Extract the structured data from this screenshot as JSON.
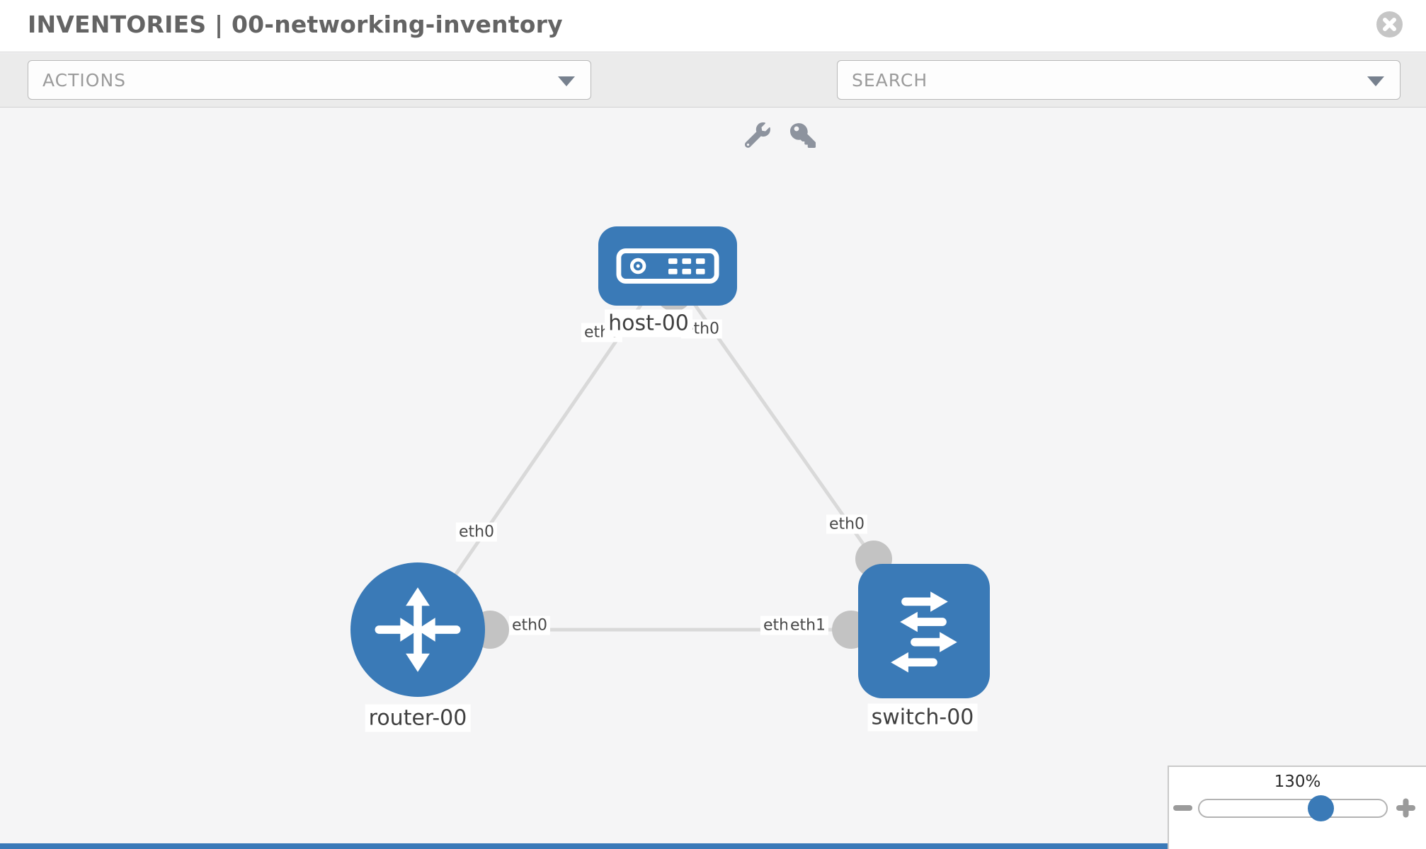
{
  "header": {
    "title": "INVENTORIES | 00-networking-inventory"
  },
  "toolbar": {
    "actions_label": "ACTIONS",
    "search_placeholder": "SEARCH",
    "icons": [
      "wrench-icon",
      "key-icon"
    ]
  },
  "topology": {
    "nodes": [
      {
        "id": "host-00",
        "type": "host",
        "label": "host-00"
      },
      {
        "id": "router-00",
        "type": "router",
        "label": "router-00"
      },
      {
        "id": "switch-00",
        "type": "switch",
        "label": "switch-00"
      }
    ],
    "links": [
      {
        "from": "host-00",
        "from_interface": "eth0",
        "to": "router-00",
        "to_interface": "eth0"
      },
      {
        "from": "host-00",
        "from_interface": "eth0",
        "to": "switch-00",
        "to_interface": "eth0"
      },
      {
        "from": "router-00",
        "from_interface": "eth0",
        "to": "switch-00",
        "to_interface": "eth1"
      }
    ],
    "interface_labels": [
      {
        "text": "eth0",
        "at": "host-left"
      },
      {
        "text": "eth0",
        "at": "host-right"
      },
      {
        "text": "eth0",
        "at": "router-uplink"
      },
      {
        "text": "eth0",
        "at": "switch-uplink"
      },
      {
        "text": "eth0",
        "at": "router-right"
      },
      {
        "text": "eth0",
        "at": "switch-left-hidden"
      },
      {
        "text": "eth1",
        "at": "switch-left"
      }
    ]
  },
  "zoom_control": {
    "level": "130%"
  },
  "colors": {
    "node_blue": "#3a7ab7",
    "link_gray": "#d9d9d9",
    "interface_gray": "#c3c3c3",
    "toolbar_bg": "#ebebeb",
    "canvas_bg": "#f5f5f6",
    "title_gray": "#646464"
  }
}
